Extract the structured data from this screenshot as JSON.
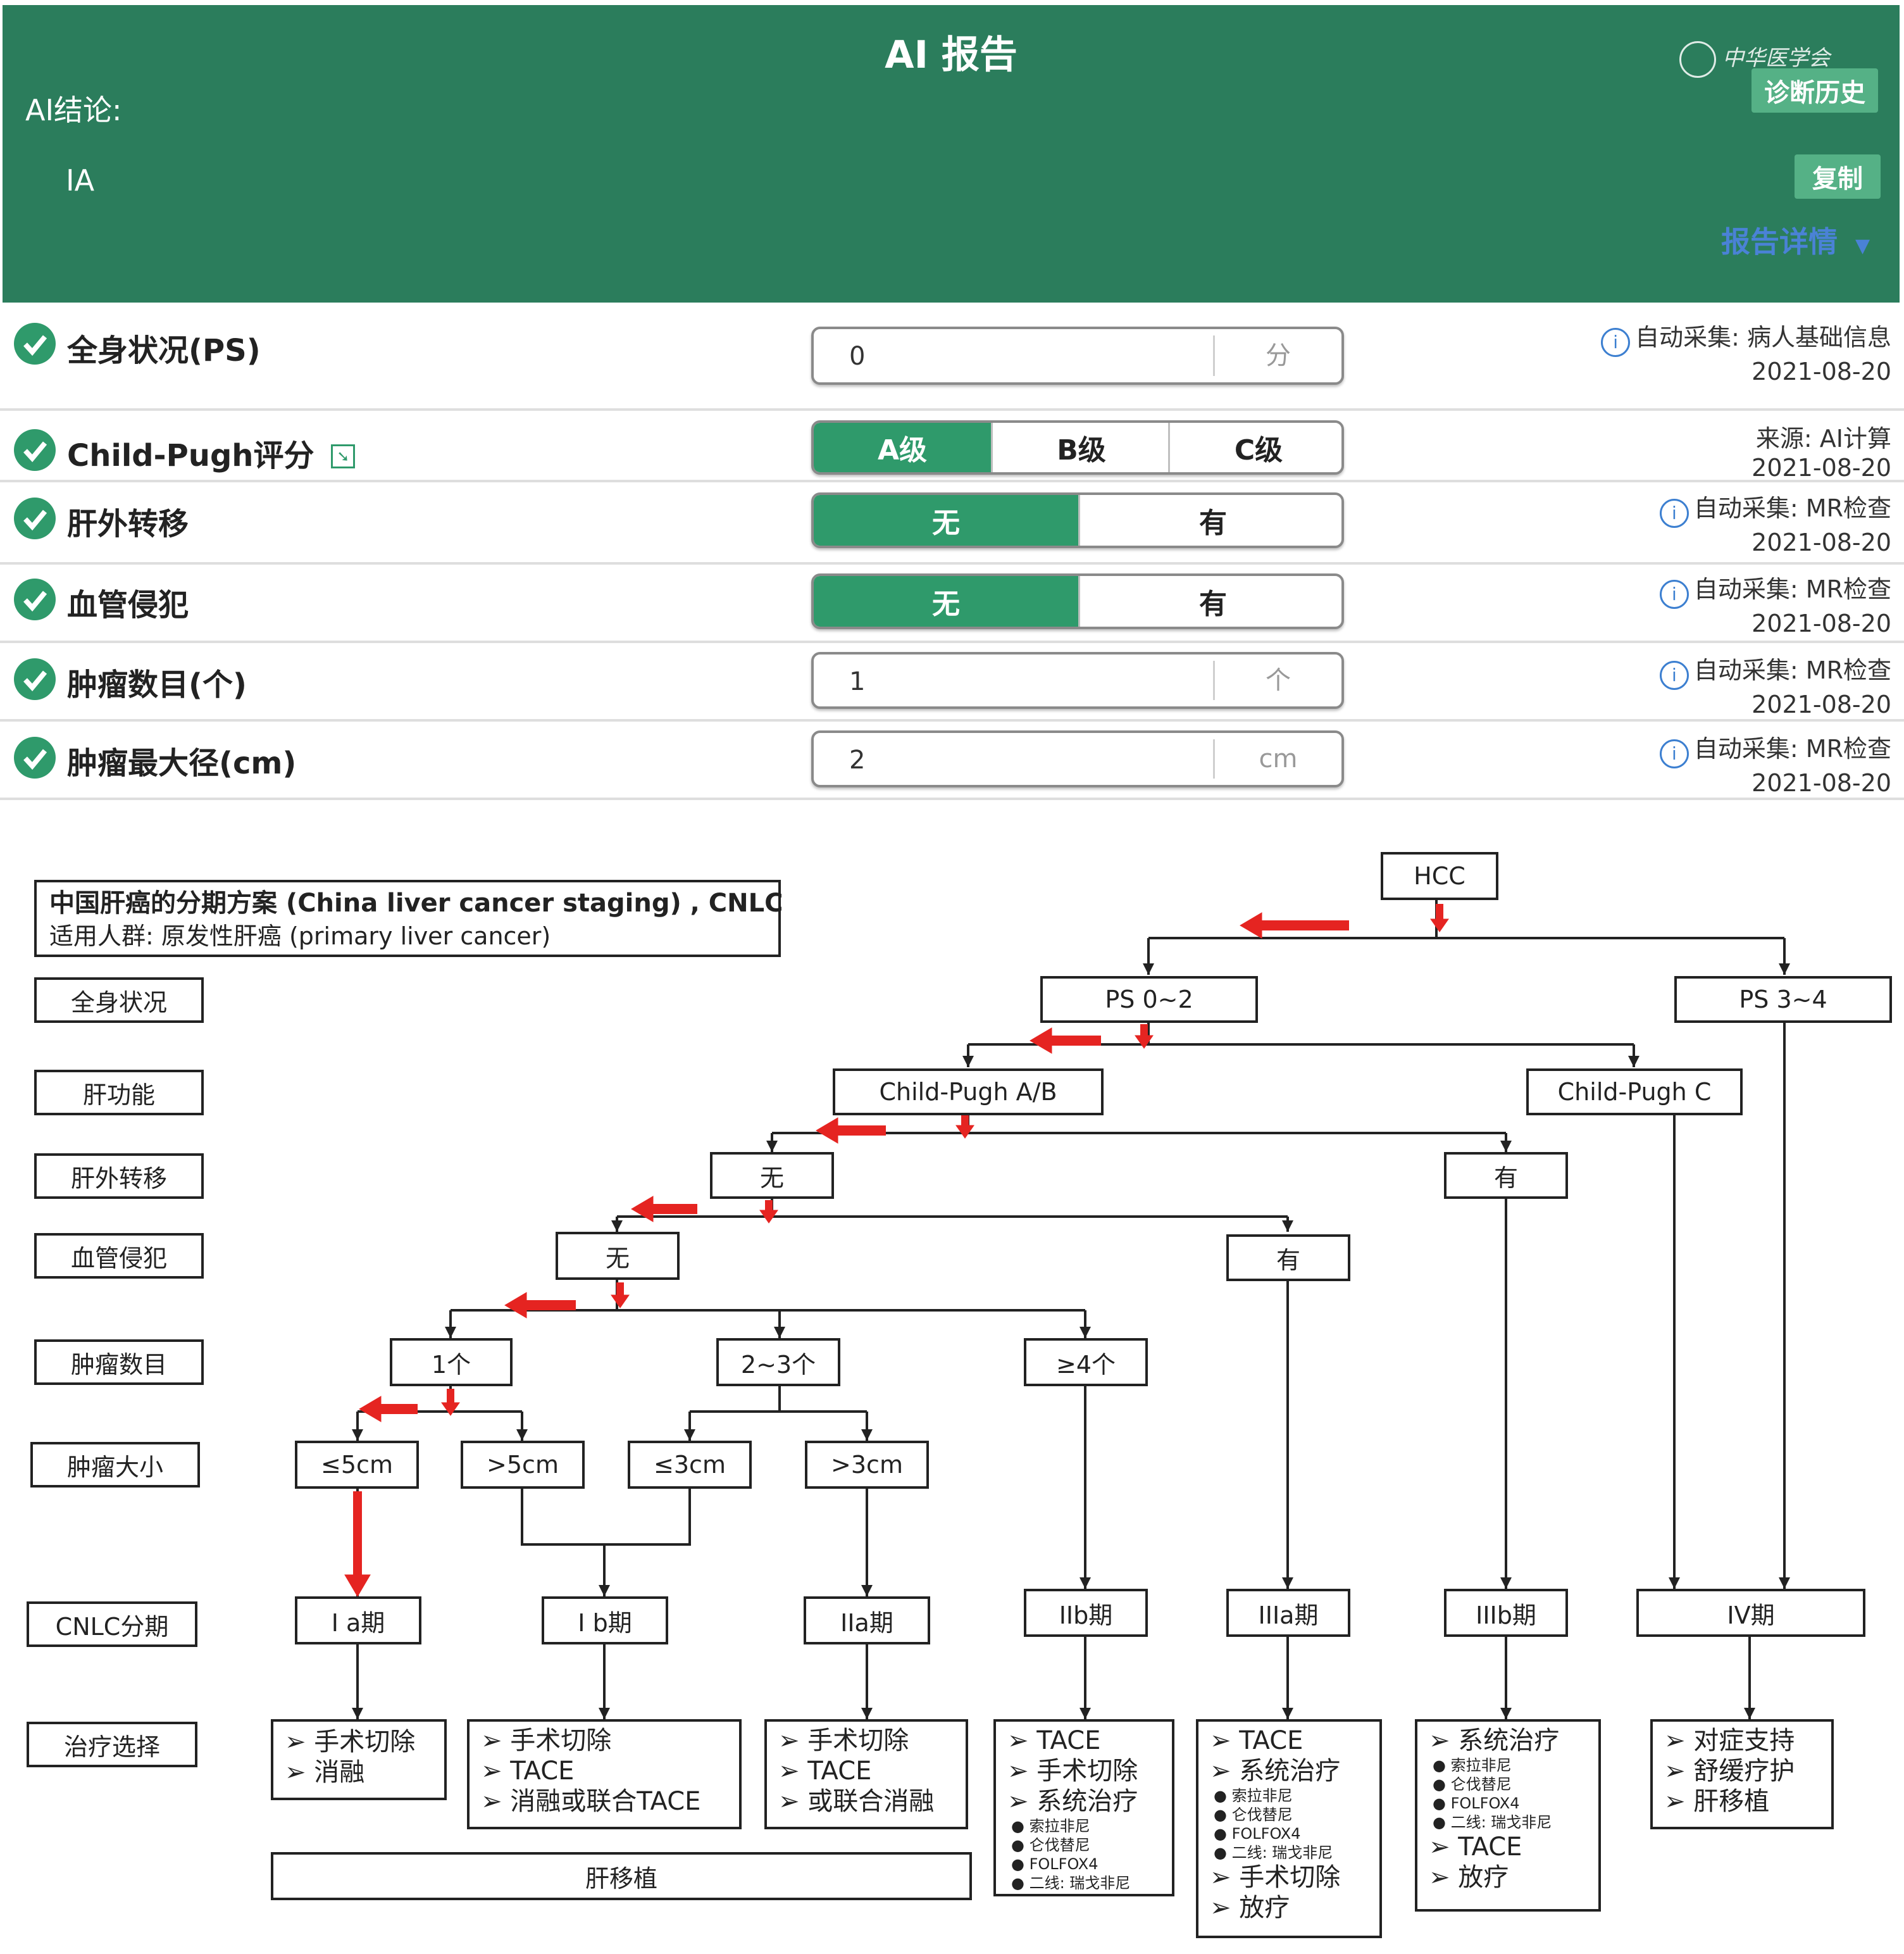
{
  "header": {
    "title": "AI 报告",
    "conclusion_label": "AI结论:",
    "conclusion_value": "IA",
    "watermark": "中华医学会",
    "history_button": "诊断历史",
    "copy_button": "复制",
    "details_link": "报告详情"
  },
  "colors": {
    "header_bg": "#2b7d5c",
    "button_bg": "#55b186",
    "selected": "#2f9a6b",
    "arrow": "#e52421",
    "link": "#4a82d6"
  },
  "rows": [
    {
      "label": "全身状况(PS)",
      "type": "input",
      "value": "0",
      "unit": "分",
      "source": "自动采集: 病人基础信息",
      "date": "2021-08-20"
    },
    {
      "label": "Child-Pugh评分",
      "type": "segment",
      "options": [
        "A级",
        "B级",
        "C级"
      ],
      "selected": 0,
      "source": "来源: AI计算",
      "date": "2021-08-20"
    },
    {
      "label": "肝外转移",
      "type": "segment",
      "options": [
        "无",
        "有"
      ],
      "selected": 0,
      "source": "自动采集: MR检查",
      "date": "2021-08-20"
    },
    {
      "label": "血管侵犯",
      "type": "segment",
      "options": [
        "无",
        "有"
      ],
      "selected": 0,
      "source": "自动采集: MR检查",
      "date": "2021-08-20"
    },
    {
      "label": "肿瘤数目(个)",
      "type": "input",
      "value": "1",
      "unit": "个",
      "source": "自动采集: MR检查",
      "date": "2021-08-20"
    },
    {
      "label": "肿瘤最大径(cm)",
      "type": "input",
      "value": "2",
      "unit": "cm",
      "source": "自动采集: MR检查",
      "date": "2021-08-20"
    }
  ],
  "diagram": {
    "title_line1": "中国肝癌的分期方案 (China liver cancer staging) , CNLC",
    "title_line2": "适用人群: 原发性肝癌 (primary liver cancer)",
    "left_labels": [
      "全身状况",
      "肝功能",
      "肝外转移",
      "血管侵犯",
      "肿瘤数目",
      "肿瘤大小",
      "CNLC分期",
      "治疗选择"
    ],
    "nodes": {
      "hcc": "HCC",
      "ps02": "PS 0~2",
      "ps34": "PS 3~4",
      "cpab": "Child-Pugh A/B",
      "cpc": "Child-Pugh C",
      "met_no": "无",
      "met_yes": "有",
      "vas_no": "无",
      "vas_yes": "有",
      "n1": "1个",
      "n23": "2~3个",
      "n4": "≥4个",
      "s_le5": "≤5cm",
      "s_gt5": ">5cm",
      "s_le3": "≤3cm",
      "s_gt3": ">3cm",
      "st_1a": "I a期",
      "st_1b": "I b期",
      "st_2a": "IIa期",
      "st_2b": "IIb期",
      "st_3a": "IIIa期",
      "st_3b": "IIIb期",
      "st_4": "IV期"
    },
    "liver_transplant": "肝移植",
    "treatments": {
      "t1a": [
        "➢ 手术切除",
        "➢ 消融"
      ],
      "t1b": [
        "➢ 手术切除",
        "➢ TACE",
        "➢ 消融或联合TACE"
      ],
      "t2a": [
        "➢ 手术切除",
        "➢ TACE",
        "➢ 或联合消融"
      ],
      "t2b_main": [
        "➢ TACE",
        "➢ 手术切除",
        "➢ 系统治疗"
      ],
      "t2b_sub": [
        "● 索拉非尼",
        "● 仑伐替尼",
        "● FOLFOX4",
        "● 二线: 瑞戈非尼"
      ],
      "t3a_main": [
        "➢ TACE",
        "➢ 系统治疗"
      ],
      "t3a_sub": [
        "● 索拉非尼",
        "● 仑伐替尼",
        "● FOLFOX4",
        "● 二线: 瑞戈非尼"
      ],
      "t3a_tail": [
        "➢ 手术切除",
        "➢ 放疗"
      ],
      "t3b_main": [
        "➢ 系统治疗"
      ],
      "t3b_sub": [
        "● 索拉非尼",
        "● 仑伐替尼",
        "● FOLFOX4",
        "● 二线: 瑞戈非尼"
      ],
      "t3b_tail": [
        "➢ TACE",
        "➢ 放疗"
      ],
      "t4": [
        "➢ 对症支持",
        "➢ 舒缓疗护",
        "➢ 肝移植"
      ]
    }
  }
}
